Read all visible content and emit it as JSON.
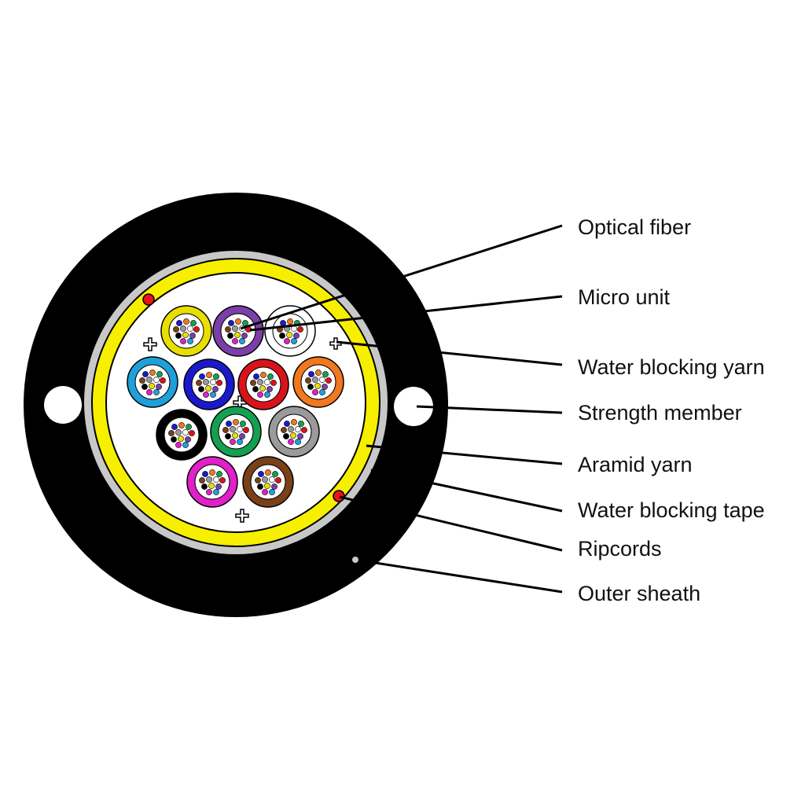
{
  "labels": {
    "optical_fiber": "Optical fiber",
    "micro_unit": "Micro unit",
    "water_blocking_yarn": "Water blocking yarn",
    "strength_member": "Strength member",
    "aramid_yarn": "Aramid yarn",
    "water_blocking_tape": "Water blocking tape",
    "ripcords": "Ripcords",
    "outer_sheath": "Outer sheath"
  },
  "colors": {
    "outer_sheath": "#000000",
    "water_blocking_tape": "#c8c8c8",
    "aramid_yarn": "#f7ef00",
    "core_fill": "#ffffff",
    "ripcord": "#e8141a",
    "strength_member": "#ffffff"
  },
  "micro_units": [
    {
      "color": "#e8df00",
      "name": "yellow"
    },
    {
      "color": "#7a3fa8",
      "name": "violet"
    },
    {
      "color": "#ffffff",
      "name": "white"
    },
    {
      "color": "#1fa0d8",
      "name": "aqua"
    },
    {
      "color": "#1a1acc",
      "name": "blue"
    },
    {
      "color": "#d8141a",
      "name": "red"
    },
    {
      "color": "#f0781e",
      "name": "orange"
    },
    {
      "color": "#000000",
      "name": "black"
    },
    {
      "color": "#14a050",
      "name": "green"
    },
    {
      "color": "#9a9a9a",
      "name": "slate"
    },
    {
      "color": "#e020c8",
      "name": "rose"
    },
    {
      "color": "#7a4018",
      "name": "brown"
    }
  ],
  "fiber_colors": [
    "#1a1acc",
    "#f0781e",
    "#14a050",
    "#7a4018",
    "#9a9a9a",
    "#ffffff",
    "#d8141a",
    "#000000",
    "#e8df00",
    "#7a3fa8",
    "#e020c8",
    "#1fa0d8"
  ]
}
